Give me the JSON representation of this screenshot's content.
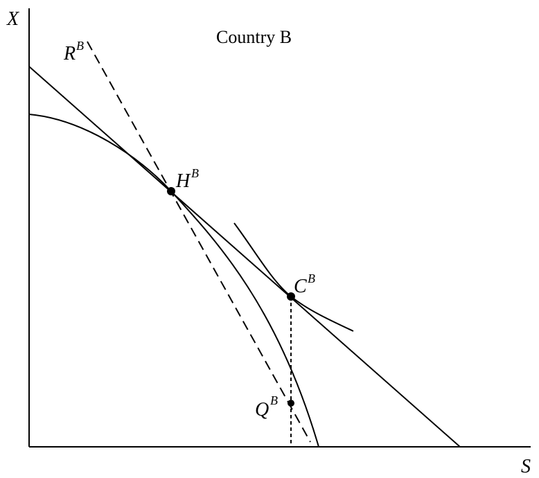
{
  "title": "Country B",
  "axes": {
    "y_label": "X",
    "x_label": "S"
  },
  "points": {
    "H": {
      "base": "H",
      "sup": "B"
    },
    "C": {
      "base": "C",
      "sup": "B"
    },
    "Q": {
      "base": "Q",
      "sup": "B"
    }
  },
  "lines": {
    "R": {
      "base": "R",
      "sup": "B"
    }
  }
}
